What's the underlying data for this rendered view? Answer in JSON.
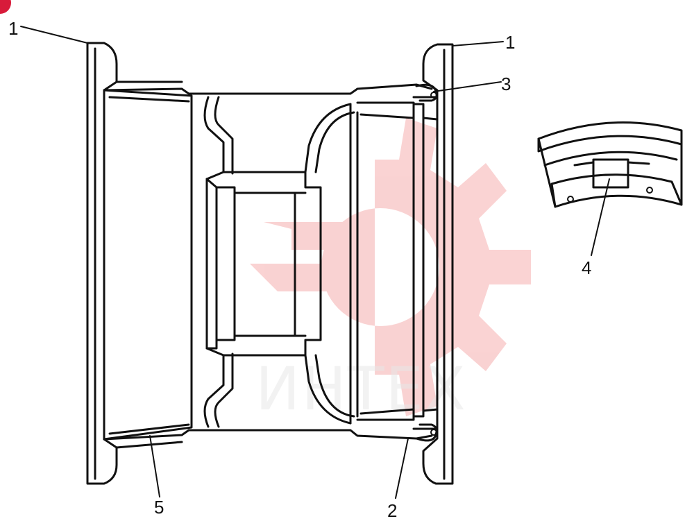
{
  "diagram": {
    "callouts": [
      {
        "id": "1",
        "text": "1"
      },
      {
        "id": "1b",
        "text": "1"
      },
      {
        "id": "2",
        "text": "2"
      },
      {
        "id": "3",
        "text": "3"
      },
      {
        "id": "4",
        "text": "4"
      },
      {
        "id": "5",
        "text": "5"
      }
    ]
  },
  "watermark": {
    "text": "ИНТЕХ",
    "color": "#f08080"
  },
  "colors": {
    "line": "#111111",
    "corner_mark": "#d81b3a"
  }
}
